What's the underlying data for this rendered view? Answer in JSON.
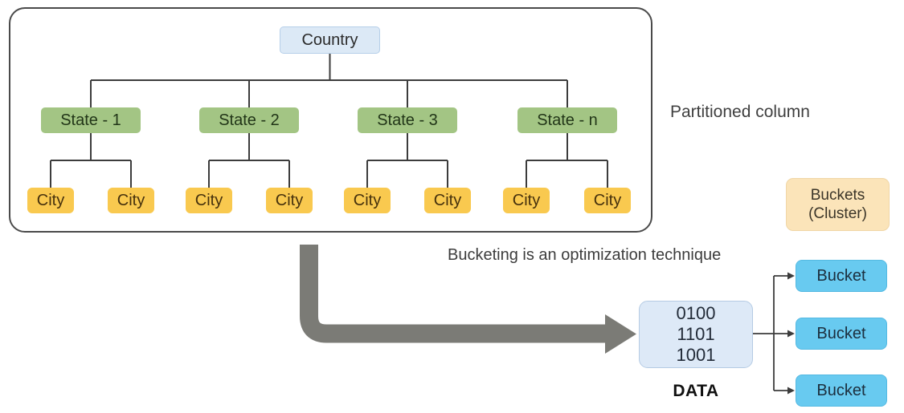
{
  "partition_panel": {
    "caption": "Partitioned column",
    "root": {
      "label": "Country"
    },
    "states": [
      {
        "label": "State - 1"
      },
      {
        "label": "State - 2"
      },
      {
        "label": "State - 3"
      },
      {
        "label": "State - n"
      }
    ],
    "cities": [
      {
        "label": "City"
      },
      {
        "label": "City"
      },
      {
        "label": "City"
      },
      {
        "label": "City"
      },
      {
        "label": "City"
      },
      {
        "label": "City"
      },
      {
        "label": "City"
      },
      {
        "label": "City"
      }
    ]
  },
  "bucketing": {
    "caption": "Bucketing is an optimization technique",
    "cluster_label": {
      "line1": "Buckets",
      "line2": "(Cluster)"
    },
    "data_box": {
      "lines": [
        "0100",
        "1101",
        "1001"
      ],
      "caption": "DATA"
    },
    "buckets": [
      {
        "label": "Bucket"
      },
      {
        "label": "Bucket"
      },
      {
        "label": "Bucket"
      }
    ]
  },
  "colors": {
    "country_fill": "#dce9f6",
    "state_fill": "#a3c584",
    "city_fill": "#f9c94f",
    "cluster_fill": "#fbe4b9",
    "bucket_fill": "#68caf0",
    "data_fill": "#dde9f7",
    "connector_line": "#3c3c3c",
    "flow_arrow": "#7b7b76"
  }
}
